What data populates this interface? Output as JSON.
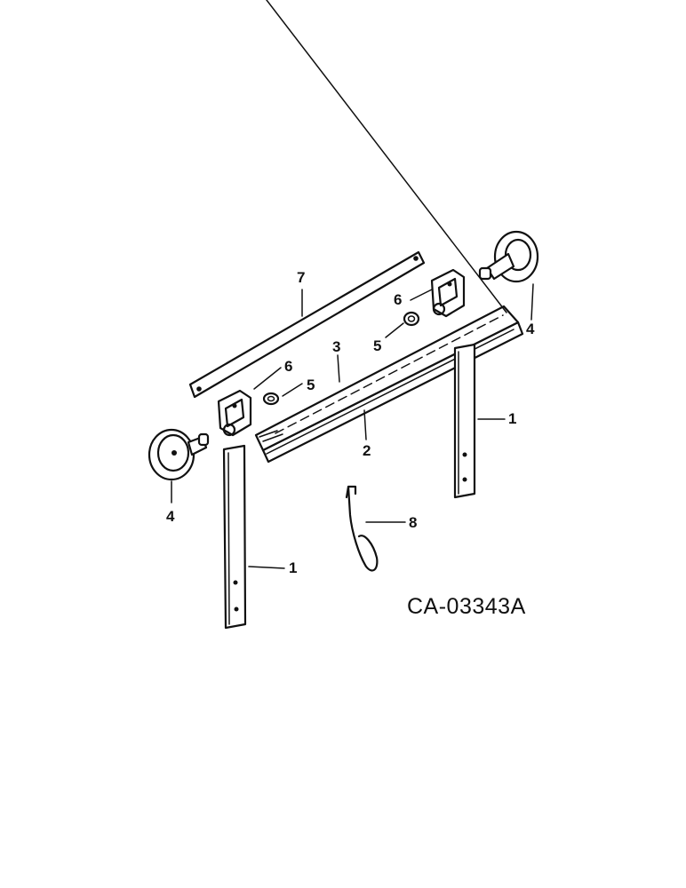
{
  "drawing_code": "CA-03343A",
  "callouts": [
    "1",
    "1",
    "2",
    "3",
    "4",
    "4",
    "5",
    "5",
    "6",
    "6",
    "7",
    "8"
  ]
}
